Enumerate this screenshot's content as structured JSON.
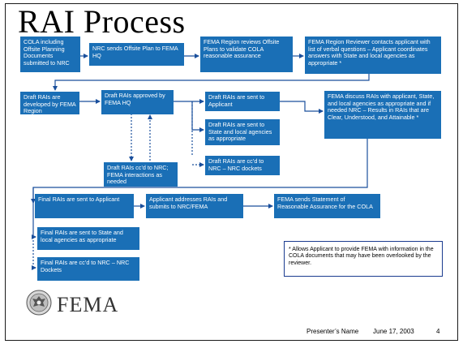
{
  "slide": {
    "title": "RAI Process",
    "boxes": {
      "b1": "COLA including Offsite Planning Documents submitted to NRC",
      "b2": "NRC sends Offsite Plan to FEMA HQ",
      "b3": "FEMA Region reviews Offsite Plans to validate COLA reasonable assurance",
      "b4": "FEMA Region Reviewer contacts applicant with list of verbal questions – Applicant coordinates answers with State and local agencies as appropriate *",
      "b5": "Draft RAIs are developed by FEMA Region",
      "b6": "Draft RAIs approved by FEMA HQ",
      "b7": "Draft RAIs cc’d to NRC; FEMA interactions as needed",
      "b8": "Draft RAIs are sent to Applicant",
      "b9": "Draft RAIs are sent to State and local agencies as appropriate",
      "b10": "Draft RAIs are cc’d to NRC – NRC dockets",
      "b11": "FEMA discuss RAIs with applicant, State, and local agencies as appropriate and if needed NRC – Results in RAIs that are Clear, Understood, and Attainable *",
      "b12": "Final RAIs are sent to Applicant",
      "b13": "Applicant addresses RAIs and submits to NRC/FEMA",
      "b14": "FEMA sends Statement of Reasonable Assurance for the COLA",
      "b15": "Final RAIs are sent to State and local agencies as appropriate",
      "b16": "Final RAIs are cc’d to NRC – NRC Dockets"
    },
    "footnote": "* Allows Applicant to provide FEMA with information in the COLA documents that may have been overlooked by the reviewer.",
    "logo_text": "FEMA",
    "footer": {
      "presenter": "Presenter’s Name",
      "date": "June 17, 2003",
      "page": "4"
    }
  }
}
